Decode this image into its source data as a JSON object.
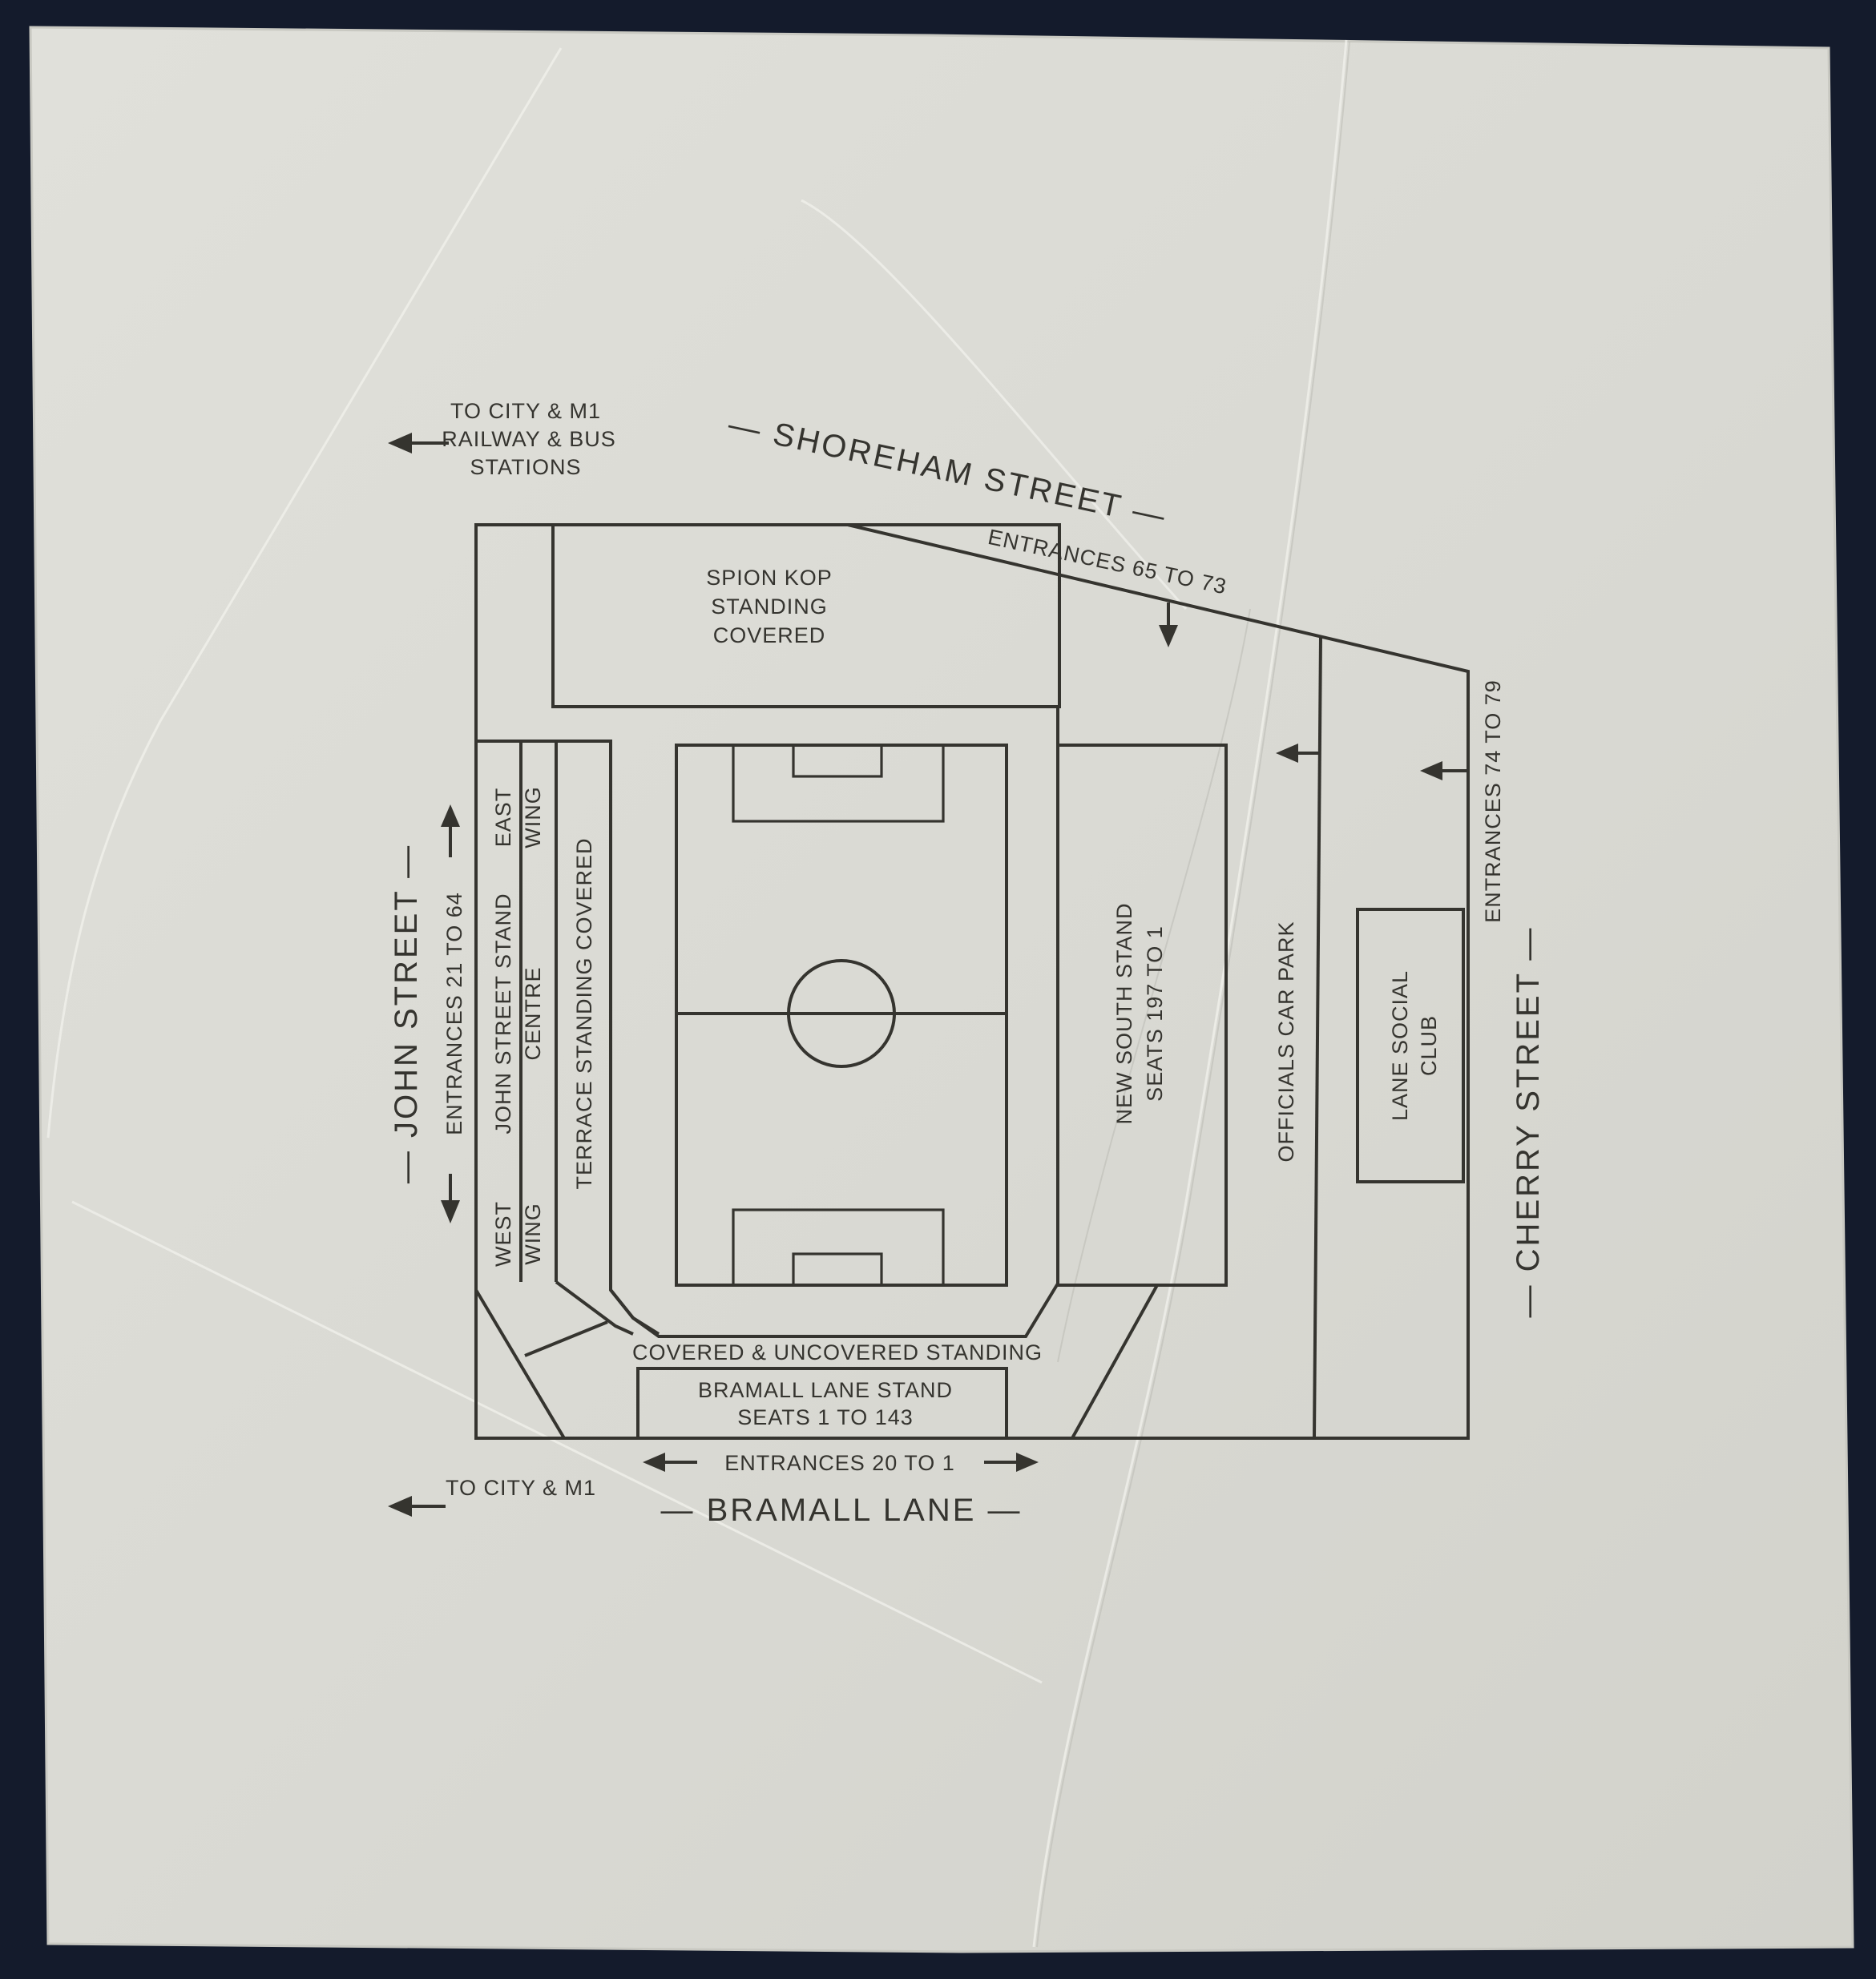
{
  "streets": {
    "shoreham": "— SHOREHAM STREET —",
    "john": "— JOHN STREET —",
    "cherry": "— CHERRY STREET —",
    "bramall": "— BRAMALL LANE —"
  },
  "directions": {
    "top_line1": "TO CITY & M1",
    "top_line2": "RAILWAY & BUS",
    "top_line3": "STATIONS",
    "bottom": "TO CITY & M1"
  },
  "entrances": {
    "north": "ENTRANCES 65 TO 73",
    "east": "ENTRANCES 74 TO 79",
    "west": "ENTRANCES 21 TO 64",
    "south": "ENTRANCES 20 TO 1"
  },
  "areas": {
    "kop_line1": "SPION KOP",
    "kop_line2": "STANDING",
    "kop_line3": "COVERED",
    "east_wing_line1": "EAST",
    "east_wing_line2": "WING",
    "west_wing_line1": "WEST",
    "west_wing_line2": "WING",
    "john_stand_line1": "JOHN STREET STAND",
    "john_stand_line2": "CENTRE",
    "terrace": "TERRACE STANDING COVERED",
    "south_stand_line1": "NEW SOUTH STAND",
    "south_stand_line2": "SEATS 197 TO 1",
    "car_park": "OFFICIALS CAR PARK",
    "social_line1": "LANE SOCIAL",
    "social_line2": "CLUB",
    "covered": "COVERED & UNCOVERED STANDING",
    "bramall_stand_line1": "BRAMALL LANE STAND",
    "bramall_stand_line2": "SEATS 1 TO 143"
  },
  "colors": {
    "paper": "#dcdcd6",
    "ink": "#35342f",
    "background": "#141b2c"
  }
}
